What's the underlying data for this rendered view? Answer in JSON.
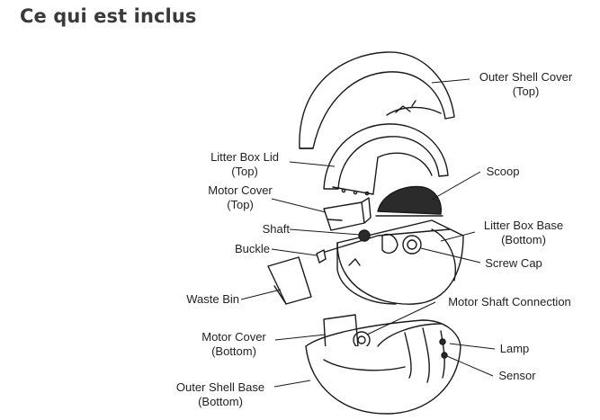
{
  "title": "Ce qui est inclus",
  "colors": {
    "line": "#1a1a1a",
    "text": "#222222",
    "title": "#3a3a3a",
    "dark_fill": "#2b2b2b"
  },
  "labels": {
    "outer_shell_cover": [
      "Outer Shell Cover",
      "(Top)"
    ],
    "litter_box_lid": [
      "Litter Box Lid",
      "(Top)"
    ],
    "scoop": [
      "Scoop"
    ],
    "motor_cover_top": [
      "Motor Cover",
      "(Top)"
    ],
    "litter_box_base": [
      "Litter Box Base",
      "(Bottom)"
    ],
    "shaft": [
      "Shaft"
    ],
    "buckle": [
      "Buckle"
    ],
    "screw_cap": [
      "Screw Cap"
    ],
    "waste_bin": [
      "Waste Bin"
    ],
    "motor_shaft_connection": [
      "Motor Shaft Connection"
    ],
    "motor_cover_bottom": [
      "Motor Cover",
      "(Bottom)"
    ],
    "lamp": [
      "Lamp"
    ],
    "outer_shell_base": [
      "Outer Shell Base",
      "(Bottom)"
    ],
    "sensor": [
      "Sensor"
    ]
  }
}
